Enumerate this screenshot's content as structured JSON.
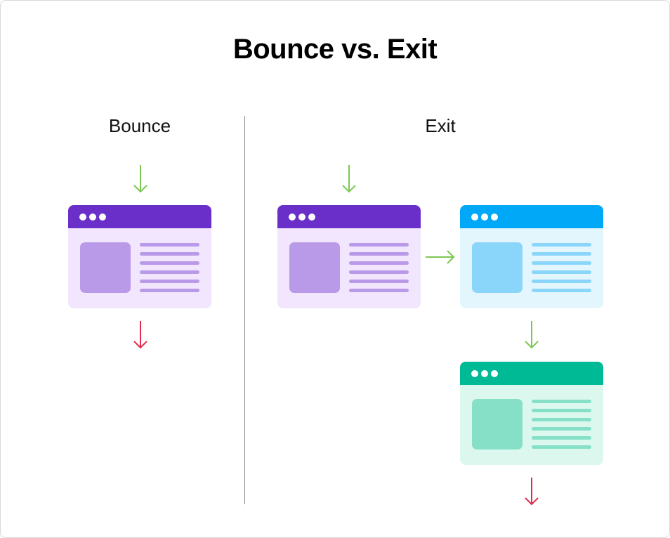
{
  "title": "Bounce vs. Exit",
  "columns": {
    "bounce": {
      "label": "Bounce"
    },
    "exit": {
      "label": "Exit"
    }
  },
  "colors": {
    "purple": {
      "header": "#6b2fc9",
      "body": "#f1e6fd",
      "accent": "#b99ae8"
    },
    "blue": {
      "header": "#00a8f7",
      "body": "#e3f6fd",
      "accent": "#8ad6fb"
    },
    "green": {
      "header": "#00b995",
      "body": "#dcf8ee",
      "accent": "#86e0c8"
    },
    "arrow_continue": "#7bc850",
    "arrow_leave": "#e2294b",
    "divider": "#8a8a8a"
  },
  "diagram": {
    "bounce_flow": [
      "enter",
      "page-1 (purple)",
      "leave"
    ],
    "exit_flow": [
      "enter",
      "page-1 (purple)",
      "page-2 (blue)",
      "page-3 (green)",
      "leave"
    ]
  }
}
